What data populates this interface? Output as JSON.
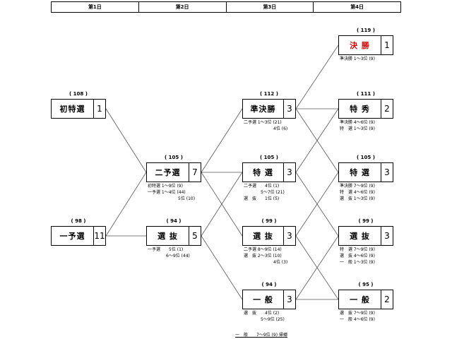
{
  "days": [
    "第1日",
    "第2日",
    "第3日",
    "第4日"
  ],
  "races": {
    "shotokusen": {
      "number": "( 108 )",
      "name": "初特選",
      "count": "1",
      "color": "#000000"
    },
    "ichiyosen": {
      "number": "( 98 )",
      "name": "一予選",
      "count": "11",
      "color": "#000000"
    },
    "niyosen": {
      "number": "( 105 )",
      "name": "二予選",
      "count": "7",
      "color": "#000000"
    },
    "senbatsu2": {
      "number": "( 94 )",
      "name": "選 抜",
      "count": "5",
      "color": "#000000"
    },
    "junkessho": {
      "number": "( 112 )",
      "name": "準決勝",
      "count": "3",
      "color": "#000000"
    },
    "tokusen3": {
      "number": "( 105 )",
      "name": "特 選",
      "count": "3",
      "color": "#000000"
    },
    "senbatsu3": {
      "number": "( 99 )",
      "name": "選 抜",
      "count": "3",
      "color": "#000000"
    },
    "ippan3": {
      "number": "( 94 )",
      "name": "一 般",
      "count": "3",
      "color": "#000000"
    },
    "kessho": {
      "number": "( 119 )",
      "name": "決 勝",
      "count": "1",
      "color": "#e00000"
    },
    "tokushu": {
      "number": "( 111 )",
      "name": "特 秀",
      "count": "2",
      "color": "#000000"
    },
    "tokusen4": {
      "number": "( 105 )",
      "name": "特 選",
      "count": "3",
      "color": "#000000"
    },
    "senbatsu4": {
      "number": "( 99 )",
      "name": "選 抜",
      "count": "3",
      "color": "#000000"
    },
    "ippan4": {
      "number": "( 95 )",
      "name": "一 般",
      "count": "2",
      "color": "#000000"
    }
  },
  "notes": {
    "niyosen": [
      "初特選 1～9位 (9)",
      "一予選 1～4位 (44)",
      "5位 (10)"
    ],
    "senbatsu2": [
      "一予選　　5位 (1)",
      "6～9位 (44)"
    ],
    "junkessho": [
      "二予選 1～3位 (21)",
      "4位 (6)"
    ],
    "tokusen3": [
      "二予選　　4位 (1)",
      "5～7位 (21)",
      "選　抜　　1位 (5)"
    ],
    "senbatsu3": [
      "二予選 8～9位 (14)",
      "選　抜 2～3位 (10)",
      "4位 (3)"
    ],
    "ippan3": [
      "選　抜　　4位 (2)",
      "5～9位 (25)"
    ],
    "kessho": [
      "準決勝 1～3位 (9)"
    ],
    "tokushu": [
      "準決勝 4～6位 (9)",
      "特　選 1～3位 (9)"
    ],
    "tokusen4": [
      "準決勝 7～9位 (9)",
      "特　選 4～6位 (9)",
      "選　抜 1～3位 (9)"
    ],
    "senbatsu4": [
      "特　選 7～9位 (9)",
      "選　抜 4～6位 (9)",
      "一　般 1～3位 (9)"
    ],
    "ippan4": [
      "選　抜 7～9位 (9)",
      "一　般 4～6位 (9)"
    ]
  },
  "footer": "一　般　　7～9位 (9) 帰郷"
}
